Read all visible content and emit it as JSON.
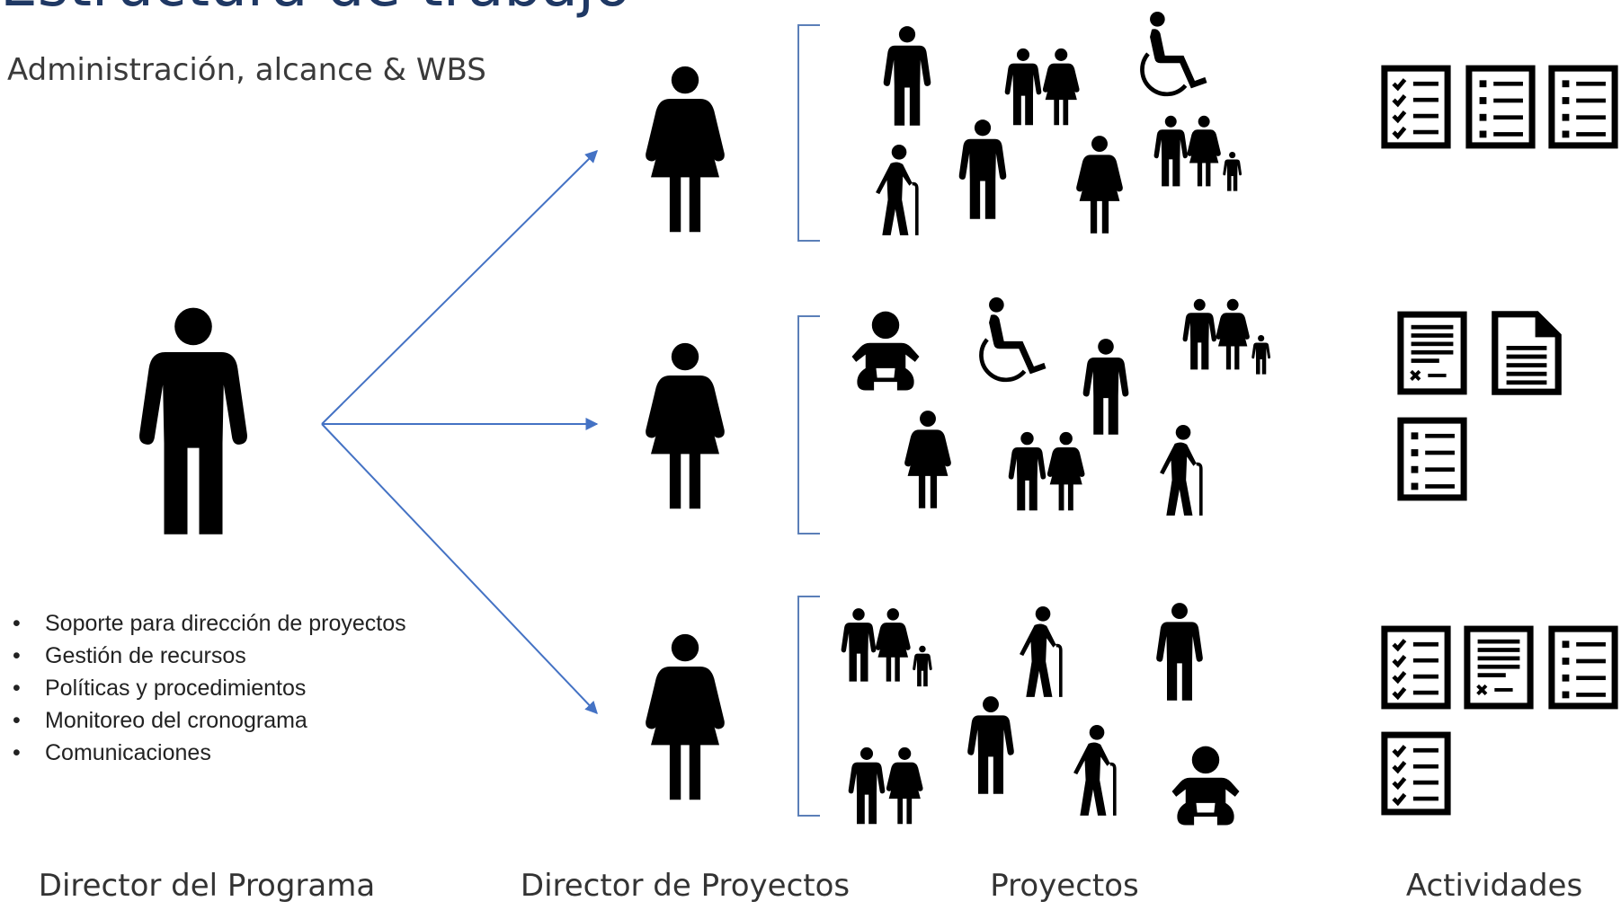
{
  "header": {
    "title": "Estructura de trabajo",
    "subtitle": "Administración, alcance & WBS"
  },
  "program_director": {
    "label": "Director del Programa",
    "responsibilities": [
      "Soporte para dirección de proyectos",
      "Gestión de recursos",
      "Políticas y procedimientos",
      "Monitoreo del cronograma",
      "Comunicaciones"
    ]
  },
  "columns": {
    "project_directors": "Director de Proyectos",
    "projects": "Proyectos",
    "activities": "Actividades"
  },
  "colors": {
    "title": "#1f3864",
    "arrow": "#4472c4",
    "bracket": "#5b7fb8",
    "icon": "#000000"
  },
  "groups": [
    {
      "project_icons": [
        "man-icon",
        "couple-icon",
        "wheelchair-icon",
        "elderly-icon",
        "man-icon",
        "woman-icon",
        "family-icon"
      ],
      "activity_icons": [
        "checklist-icon",
        "list-icon",
        "list-icon"
      ]
    },
    {
      "project_icons": [
        "baby-icon",
        "wheelchair-icon",
        "man-icon",
        "family-icon",
        "woman-icon",
        "couple-icon",
        "elderly-icon"
      ],
      "activity_icons": [
        "form-icon",
        "document-icon",
        "list-icon"
      ]
    },
    {
      "project_icons": [
        "family-icon",
        "elderly-icon",
        "man-icon",
        "man-icon",
        "couple-icon",
        "elderly-icon",
        "baby-icon"
      ],
      "activity_icons": [
        "checklist-icon",
        "form-icon",
        "list-icon",
        "checklist-icon"
      ]
    }
  ]
}
